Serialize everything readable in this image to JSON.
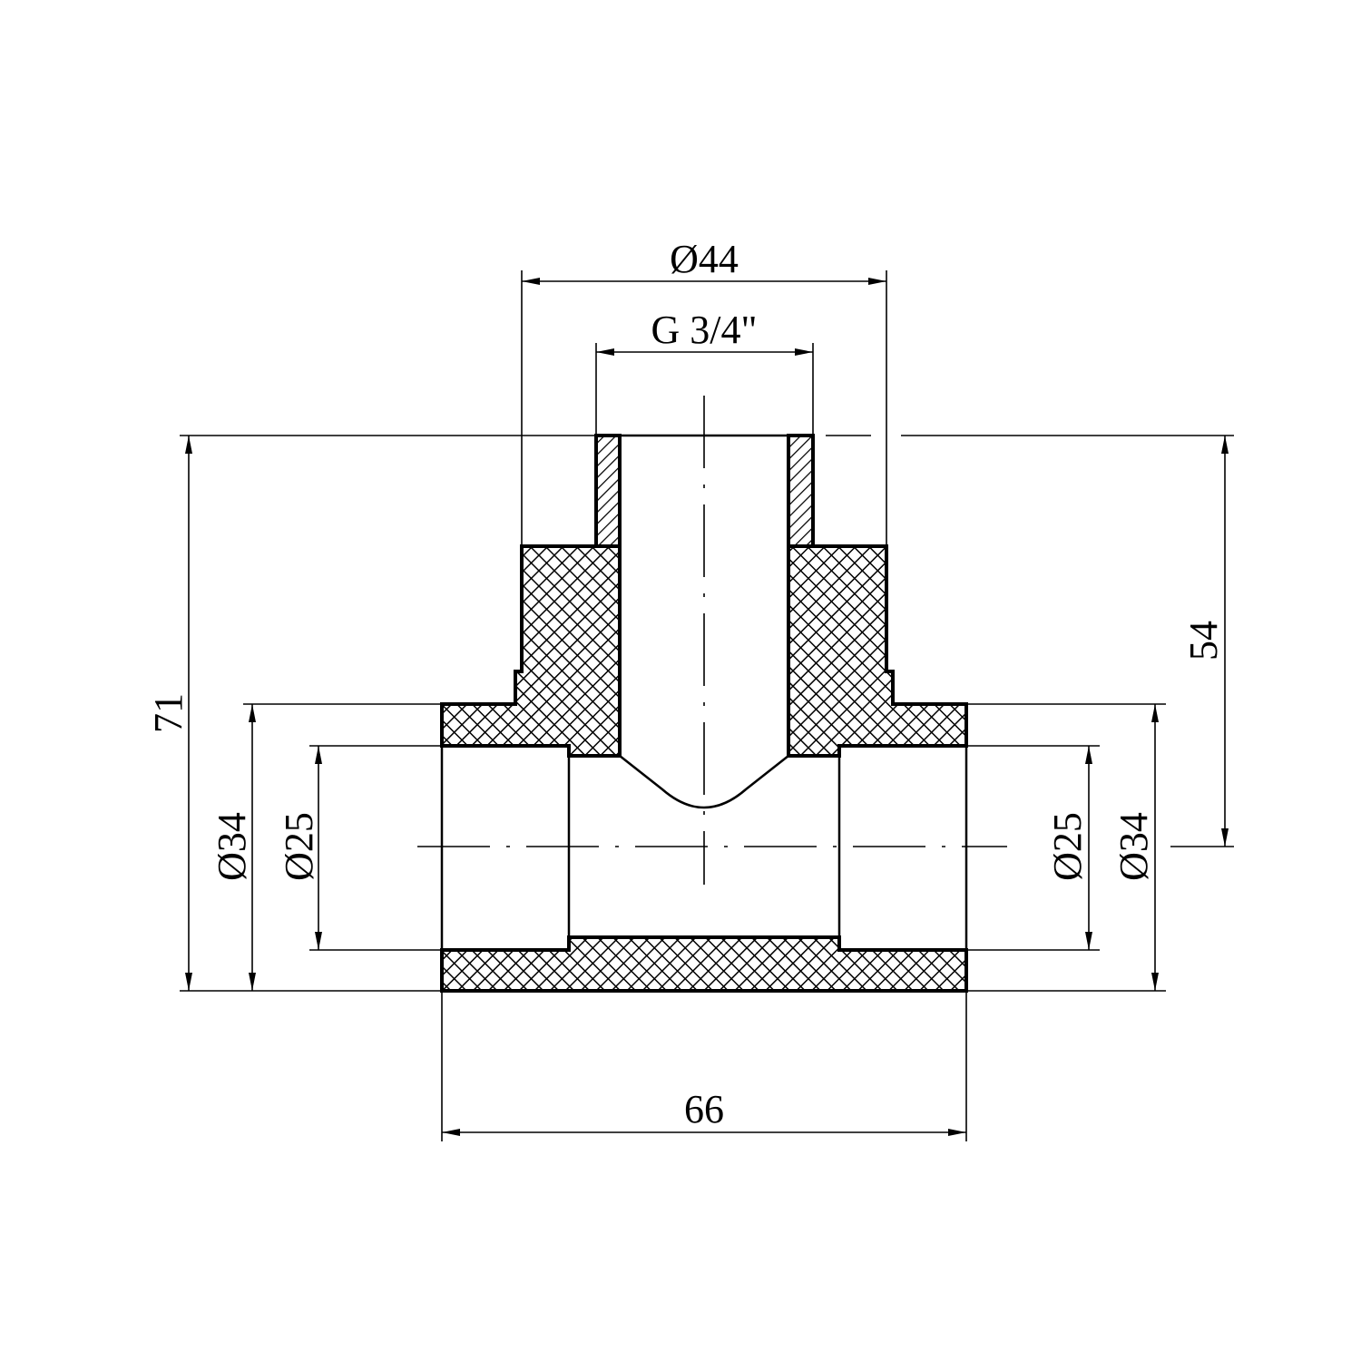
{
  "drawing": {
    "title": "Tee fitting with male thread - section view",
    "colors": {
      "line": "#000000",
      "background": "#ffffff"
    },
    "dimensions": {
      "top_outer_diameter": "Ø44",
      "thread": "G 3/4\"",
      "total_height": "71",
      "branch_height": "54",
      "left_outer_diameter": "Ø34",
      "left_inner_diameter": "Ø25",
      "right_inner_diameter": "Ø25",
      "right_outer_diameter": "Ø34",
      "total_length": "66"
    }
  }
}
